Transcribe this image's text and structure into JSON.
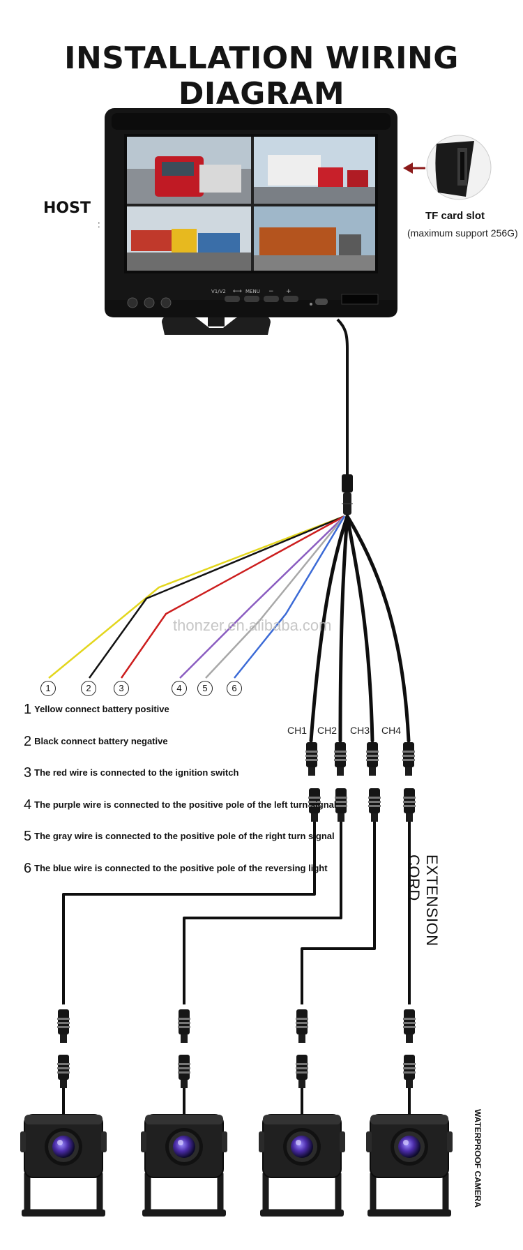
{
  "title": "INSTALLATION WIRING DIAGRAM",
  "host": {
    "label": "HOST",
    "colon": ":"
  },
  "monitor": {
    "buttons": [
      "V1/V2",
      "MENU",
      "−",
      "+"
    ]
  },
  "tf_card": {
    "title": "TF card slot",
    "subtitle": "(maximum support 256G)"
  },
  "watermark": "thonzer.en.alibaba.com",
  "wire_numbers": [
    "1",
    "2",
    "3",
    "4",
    "5",
    "6"
  ],
  "wire_colors": [
    "#e3d61d",
    "#111111",
    "#cc1d1d",
    "#8a5cc0",
    "#a8a8a8",
    "#3b6ad6"
  ],
  "legend": [
    {
      "n": "1",
      "text": "Yellow connect battery positive"
    },
    {
      "n": "2",
      "text": "Black connect battery negative"
    },
    {
      "n": "3",
      "text": "The red wire is connected to the ignition switch"
    },
    {
      "n": "4",
      "text": "The purple wire is connected to the positive pole of the left turn signal"
    },
    {
      "n": "5",
      "text": "The gray wire is connected to the positive pole of the right turn signal"
    },
    {
      "n": "6",
      "text": "The blue wire is connected to the positive pole of the reversing light"
    }
  ],
  "channels": [
    "CH1",
    "CH2",
    "CH3",
    "CH4"
  ],
  "extension_label": "EXTENSION CORD",
  "camera_label": "WATERPROOF CAMERA"
}
